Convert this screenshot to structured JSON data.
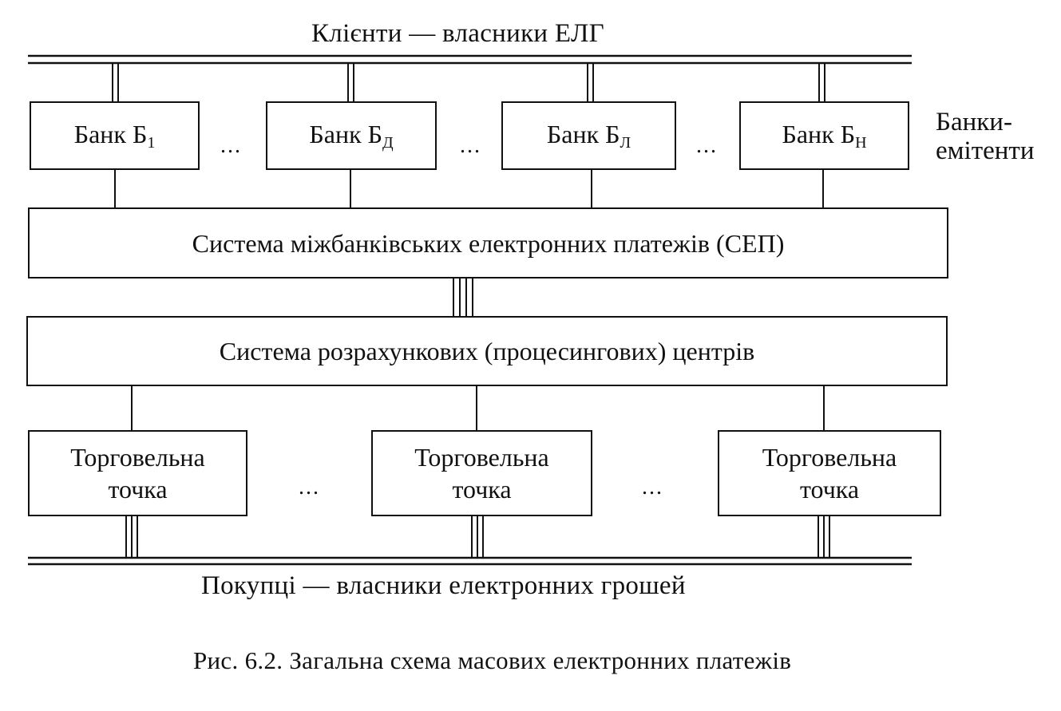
{
  "top_label": "Клієнти — власники ЕЛГ",
  "banks": [
    {
      "base": "Банк Б",
      "sub": "1"
    },
    {
      "base": "Банк Б",
      "sub": "Д"
    },
    {
      "base": "Банк Б",
      "sub": "Л"
    },
    {
      "base": "Банк Б",
      "sub": "Н"
    }
  ],
  "ellipsis": "...",
  "issuers_label_line1": "Банки-",
  "issuers_label_line2": "емітенти",
  "sep_label": "Система міжбанківських електронних платежів (СЕП)",
  "processing_label": "Система розрахункових (процесингових) центрів",
  "shops": [
    {
      "line1": "Торговельна",
      "line2": "точка"
    },
    {
      "line1": "Торговельна",
      "line2": "точка"
    },
    {
      "line1": "Торговельна",
      "line2": "точка"
    }
  ],
  "bottom_label": "Покупці — власники електронних грошей",
  "caption": "Рис. 6.2. Загальна схема масових електронних платежів"
}
